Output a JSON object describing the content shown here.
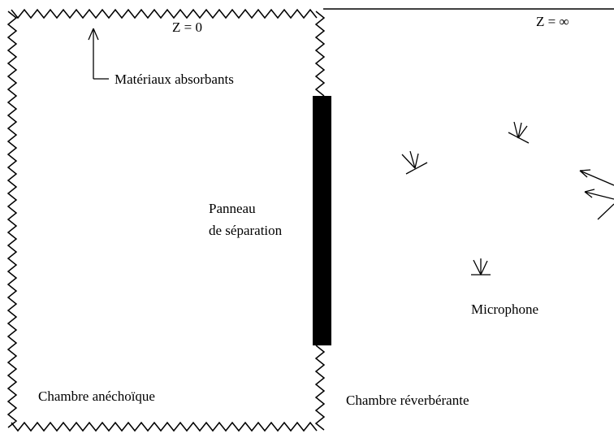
{
  "labels": {
    "z_zero": "Z = 0",
    "z_infinity": "Z = ∞",
    "absorbent_materials": "Matériaux absorbants",
    "panel_line1": "Panneau",
    "panel_line2": "de séparation",
    "microphone": "Microphone",
    "anechoic_chamber": "Chambre anéchoïque",
    "reverberant_chamber": "Chambre réverbérante"
  },
  "colors": {
    "line": "#000000",
    "panel": "#000000",
    "background": "#ffffff"
  },
  "icons": [
    "absorbent-zigzag-wall",
    "separation-panel",
    "microphone-icon",
    "arrow-up-icon",
    "sound-ray-arrow-icon"
  ]
}
